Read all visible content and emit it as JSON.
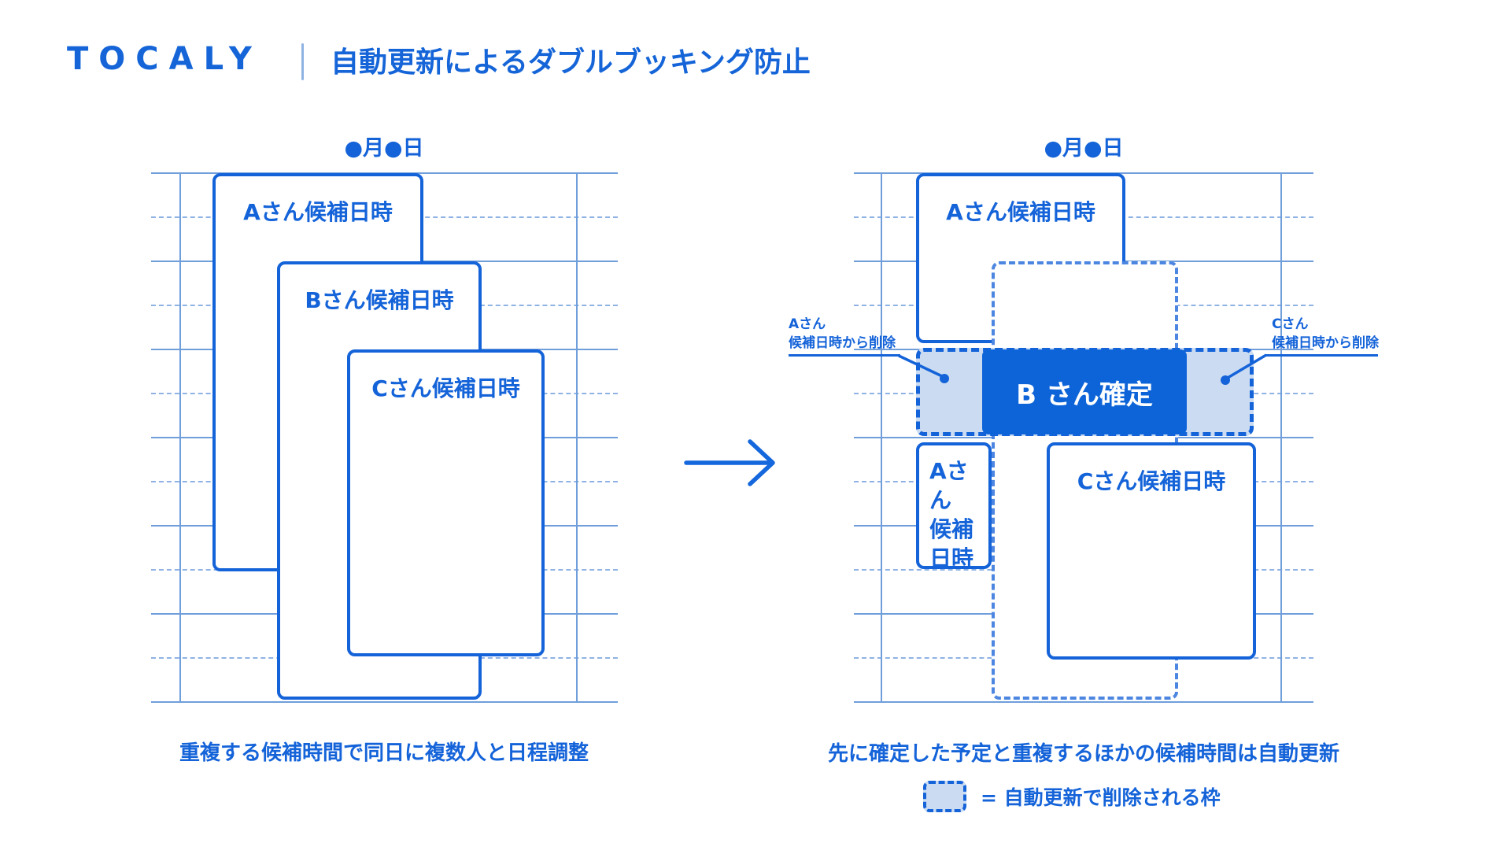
{
  "header": {
    "logo": "TOCALY",
    "title": "自動更新によるダブルブッキング防止"
  },
  "left_panel": {
    "date_label": "●月●日",
    "box_a": "Aさん候補日時",
    "box_b": "Bさん候補日時",
    "box_c": "Cさん候補日時",
    "caption": "重複する候補時間で同日に複数人と日程調整"
  },
  "right_panel": {
    "date_label": "●月●日",
    "box_a_top": "Aさん候補日時",
    "confirmed": "B さん確定",
    "annotation_left": "Aさん\n候補日時から削除",
    "annotation_right": "Cさん\n候補日時から削除",
    "box_a_bottom": "Aさん\n候補\n日時",
    "box_c": "Cさん候補日時",
    "caption": "先に確定した予定と重複するほかの候補時間は自動更新"
  },
  "legend": {
    "text": "= 自動更新で削除される枠"
  },
  "colors": {
    "primary_blue": "#1463d9",
    "confirmed_fill": "#0d64d8",
    "deleted_fill": "#cbdcf2",
    "frame_dash": "#4c86e0",
    "grid_solid": "#6f9edb",
    "grid_dash": "#8fb2e4"
  }
}
